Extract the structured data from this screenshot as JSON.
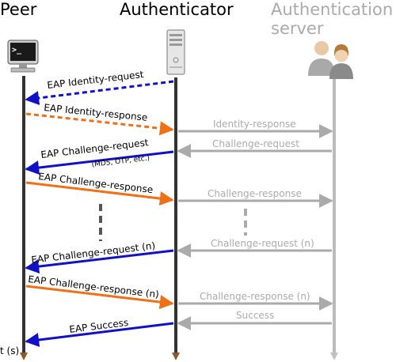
{
  "actors": {
    "peer": "Peer",
    "authenticator": "Authenticator",
    "server_line1": "Authentication",
    "server_line2": "server"
  },
  "time_axis_label": "t (s)",
  "colors": {
    "request": "#1010c8",
    "response": "#f07018",
    "server_link": "#aaaaaa",
    "lifeline": "#333333"
  },
  "messages": [
    {
      "id": "eap-identity-request",
      "label": "EAP Identity-request",
      "from": "authenticator",
      "to": "peer",
      "kind": "request",
      "dashed": true
    },
    {
      "id": "eap-identity-response",
      "label": "EAP Identity-response",
      "from": "peer",
      "to": "authenticator",
      "kind": "response",
      "dashed": true
    },
    {
      "id": "identity-response",
      "label": "Identity-response",
      "from": "authenticator",
      "to": "server",
      "kind": "server"
    },
    {
      "id": "challenge-request",
      "label": "Challenge-request",
      "from": "server",
      "to": "authenticator",
      "kind": "server"
    },
    {
      "id": "eap-challenge-request",
      "label": "EAP Challenge-request",
      "note": "(MD5, OTP, etc.)",
      "from": "authenticator",
      "to": "peer",
      "kind": "request"
    },
    {
      "id": "eap-challenge-response",
      "label": "EAP Challenge-response",
      "from": "peer",
      "to": "authenticator",
      "kind": "response"
    },
    {
      "id": "challenge-response",
      "label": "Challenge-response",
      "from": "authenticator",
      "to": "server",
      "kind": "server"
    },
    {
      "id": "challenge-request-n",
      "label": "Challenge-request (n)",
      "from": "server",
      "to": "authenticator",
      "kind": "server"
    },
    {
      "id": "eap-challenge-request-n",
      "label": "EAP Challenge-request (n)",
      "from": "authenticator",
      "to": "peer",
      "kind": "request"
    },
    {
      "id": "eap-challenge-response-n",
      "label": "EAP Challenge-response (n)",
      "from": "peer",
      "to": "authenticator",
      "kind": "response"
    },
    {
      "id": "challenge-response-n",
      "label": "Challenge-response (n)",
      "from": "authenticator",
      "to": "server",
      "kind": "server"
    },
    {
      "id": "success",
      "label": "Success",
      "from": "server",
      "to": "authenticator",
      "kind": "server"
    },
    {
      "id": "eap-success",
      "label": "EAP Success",
      "from": "authenticator",
      "to": "peer",
      "kind": "request"
    }
  ]
}
